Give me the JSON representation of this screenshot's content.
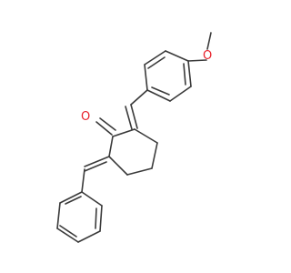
{
  "structure": {
    "atoms": [
      {
        "id": "O1",
        "label": "O",
        "color": "#e8212b"
      },
      {
        "id": "O2",
        "label": "O",
        "color": "#e8212b"
      }
    ],
    "bond_color": "#3a3a3a"
  }
}
